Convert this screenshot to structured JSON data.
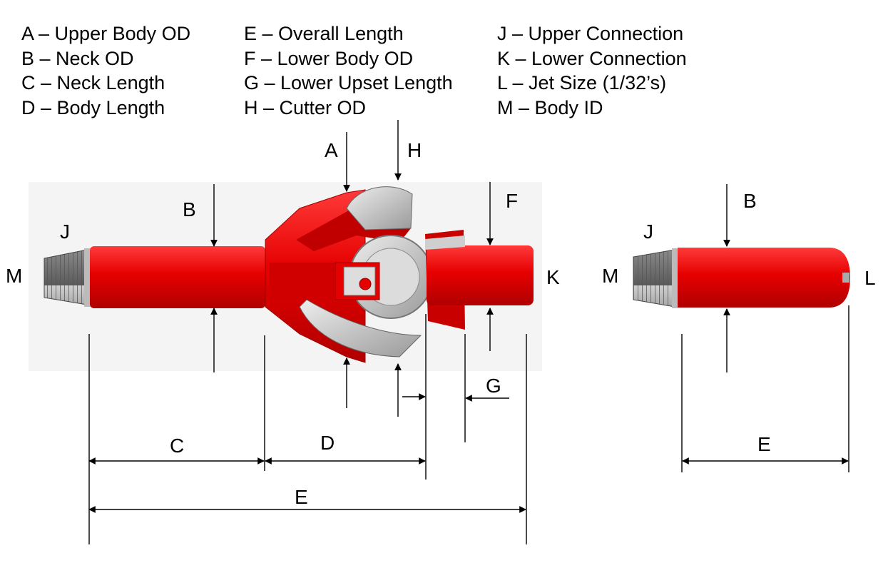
{
  "legend": {
    "col1": [
      "A – Upper Body OD",
      "B – Neck OD",
      "C – Neck Length",
      "D – Body Length"
    ],
    "col2": [
      "E – Overall Length",
      "F – Lower Body OD",
      "G – Lower Upset Length",
      "H – Cutter OD"
    ],
    "col3": [
      "J – Upper Connection",
      "K – Lower Connection",
      "L – Jet Size (1/32’s)",
      "M – Body ID"
    ]
  },
  "tool1": {
    "labels": {
      "A": "A",
      "H": "H",
      "B": "B",
      "F": "F",
      "J": "J",
      "M": "M",
      "K": "K",
      "G": "G",
      "C": "C",
      "D": "D",
      "E": "E"
    }
  },
  "tool2": {
    "labels": {
      "B": "B",
      "J": "J",
      "M": "M",
      "L": "L",
      "E": "E"
    }
  },
  "colors": {
    "body": "#e60000",
    "body_dark": "#b30000",
    "cutter": "#c8c8c8",
    "thread": "#8a8a8a"
  }
}
